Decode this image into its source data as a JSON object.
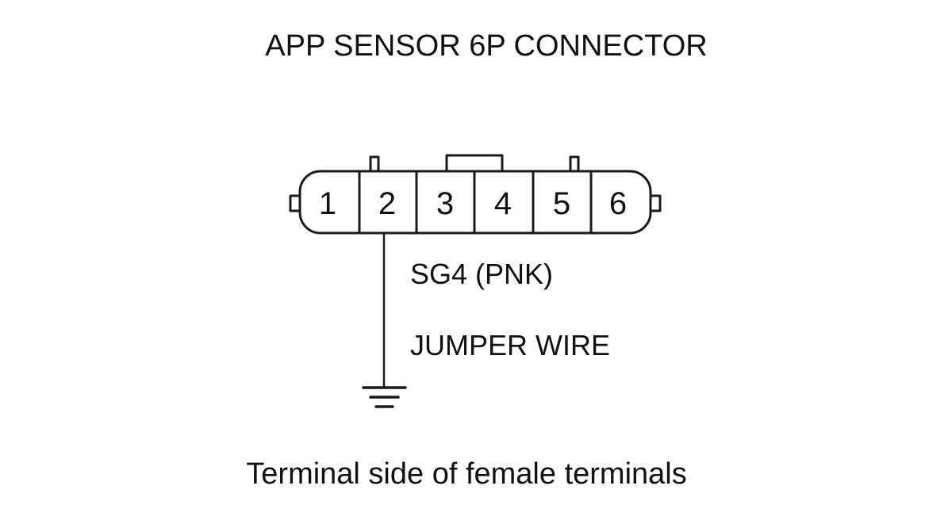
{
  "title": "APP SENSOR 6P CONNECTOR",
  "connector": {
    "terminals": [
      "1",
      "2",
      "3",
      "4",
      "5",
      "6"
    ]
  },
  "wire": {
    "signal_label": "SG4 (PNK)",
    "jumper_label": "JUMPER WIRE",
    "terminal": "2"
  },
  "caption": "Terminal side of female terminals"
}
